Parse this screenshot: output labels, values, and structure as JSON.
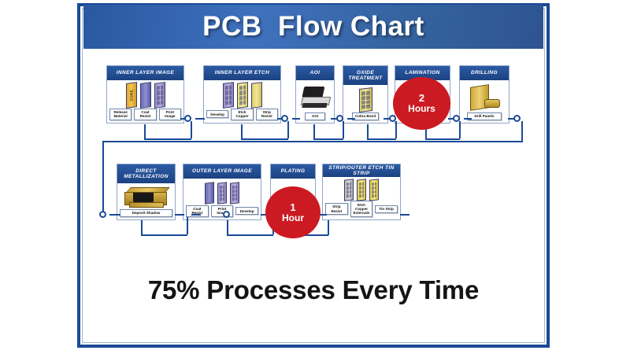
{
  "header": {
    "title": "PCB  Flow Chart"
  },
  "footer": {
    "tagline": "75% Processes Every Time"
  },
  "colors": {
    "frame_blue": "#1a4a96",
    "header_blue": "#2a58a0",
    "bubble_red": "#cc1a22",
    "box_header_blue": "#1c4281"
  },
  "row1": [
    {
      "title": "INNER LAYER IMAGE",
      "steps": [
        "Release Material",
        "Coat Resist",
        "Print Image"
      ]
    },
    {
      "title": "INNER LAYER ETCH",
      "steps": [
        "Develop",
        "Etch Copper",
        "Strip Resist"
      ]
    },
    {
      "title": "AOI",
      "steps": [
        "AOI"
      ]
    },
    {
      "title": "OXIDE TREATMENT",
      "steps": [
        "Cobra Bond"
      ]
    },
    {
      "title": "LAMINATION",
      "steps": [],
      "duration": {
        "number": "2",
        "unit": "Hours"
      }
    },
    {
      "title": "DRILLING",
      "steps": [
        "Drill Panels"
      ]
    }
  ],
  "row2": [
    {
      "title": "DIRECT METALLIZATION",
      "steps": [
        "Deposit Shadow"
      ]
    },
    {
      "title": "OUTER LAYER IMAGE",
      "steps": [
        "Coat Resist",
        "Print Image",
        "Develop"
      ]
    },
    {
      "title": "PLATING",
      "steps": [],
      "duration": {
        "number": "1",
        "unit": "Hour"
      }
    },
    {
      "title": "STRIP/OUTER ETCH TIN STRIP",
      "steps": [
        "Strip Resist",
        "Etch Copper Externals",
        "Tin Strip"
      ]
    }
  ]
}
